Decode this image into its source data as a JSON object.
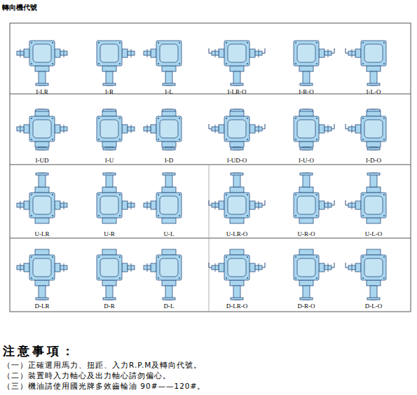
{
  "diagram": {
    "title": "轉向機代號",
    "labels": [
      "I-LR",
      "I-R",
      "I-L",
      "I-LR-O",
      "I-R-O",
      "I-L-O",
      "I-UD",
      "I-U",
      "I-D",
      "I-UD-O",
      "I-U-O",
      "I-D-O",
      "U-LR",
      "U-R",
      "U-L",
      "U-LR-O",
      "U-R-O",
      "U-L-O",
      "D-LR",
      "D-R",
      "D-L",
      "D-LR-O",
      "D-R-O",
      "D-L-O",
      "注意事項：",
      "（一）正確選用馬力、扭距、入力R.P.M及轉向代號。",
      "（二）裝置時入力軸心及出力軸心請勿偏心。",
      "（三）機油請使用國光牌多效齒輪油 90#——120#。"
    ]
  }
}
